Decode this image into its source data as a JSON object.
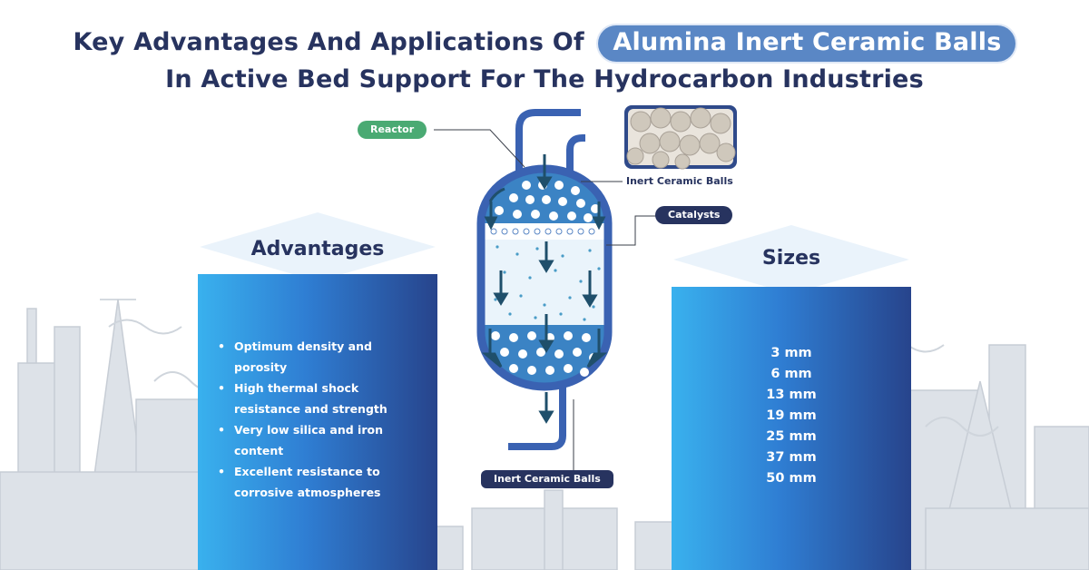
{
  "title": {
    "line1_prefix": "Key Advantages And Applications Of",
    "line1_highlight": "Alumina Inert Ceramic Balls",
    "line2": "In Active Bed Support For The Hydrocarbon Industries"
  },
  "diagram": {
    "reactor_label": "Reactor",
    "inert_balls_top_label": "Inert Ceramic Balls",
    "catalysts_label": "Catalysts",
    "inert_balls_bottom_label": "Inert Ceramic Balls"
  },
  "advantages": {
    "heading": "Advantages",
    "items": [
      "Optimum density and porosity",
      "High thermal shock resistance and strength",
      "Very low silica and iron content",
      "Excellent resistance to corrosive atmospheres"
    ]
  },
  "sizes": {
    "heading": "Sizes",
    "items": [
      "3   mm",
      "6   mm",
      "13  mm",
      "19  mm",
      "25  mm",
      "37  mm",
      "50 mm"
    ]
  },
  "colors": {
    "navy": "#27335f",
    "accent_blue": "#5a87c5",
    "reactor_label_green": "#4aaa73",
    "panel_light": "#39b1ee",
    "panel_dark": "#27448c"
  },
  "icons": {
    "photo": "ceramic-balls-photo",
    "background": "industrial-skyline"
  }
}
